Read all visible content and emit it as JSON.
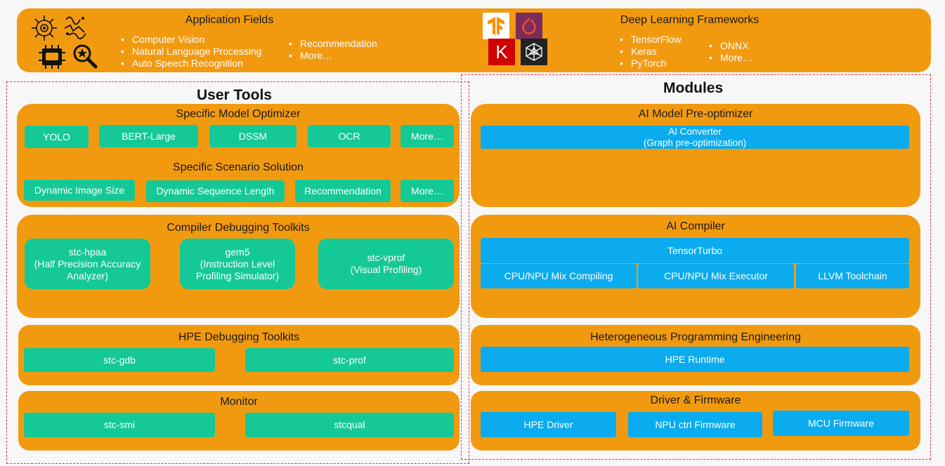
{
  "top": {
    "app_title": "Application Fields",
    "app_col1": [
      "Computer Vision",
      "Natural Language Processing",
      "Auto Speech Recognition"
    ],
    "app_col2": [
      "Recommendation",
      "More…"
    ],
    "dl_title": "Deep Learning Frameworks",
    "dl_col1": [
      "TensorFlow",
      "Keras",
      "PyTorch"
    ],
    "dl_col2": [
      "ONNX",
      "More…"
    ],
    "keras_letter": "K"
  },
  "user_tools": {
    "title": "User Tools",
    "model_opt": {
      "title": "Specific Model Optimizer",
      "items": [
        "YOLO",
        "BERT-Large",
        "DSSM",
        "OCR",
        "More…"
      ]
    },
    "scenario": {
      "title": "Specific Scenario Solution",
      "items": [
        "Dynamic Image Size",
        "Dynamic Sequence Length",
        "Recommendation",
        "More…"
      ]
    },
    "compiler_dbg": {
      "title": "Compiler Debugging Toolkits",
      "items": [
        "stc-hpaa\n(Half Precision Accuracy\nAnalyzer)",
        "gem5\n(Instruction Level\nProfiling Simulator)",
        "stc-vprof\n(Visual Profiling)"
      ]
    },
    "hpe_dbg": {
      "title": "HPE Debugging Toolkits",
      "items": [
        "stc-gdb",
        "stc-prof"
      ]
    },
    "monitor": {
      "title": "Monitor",
      "items": [
        "stc-smi",
        "stcqual"
      ]
    }
  },
  "modules": {
    "title": "Modules",
    "preopt": {
      "title": "AI Model Pre-optimizer",
      "converter": "AI Converter\n(Graph pre-optimization)"
    },
    "compiler": {
      "title": "AI Compiler",
      "turbo": "TensorTurbo",
      "items": [
        "CPU/NPU Mix Compiling",
        "CPU/NPU Mix Executor",
        "LLVM Toolchain"
      ]
    },
    "hpe": {
      "title": "Heterogeneous Programming Engineering",
      "runtime": "HPE Runtime"
    },
    "driver": {
      "title": "Driver & Firmware",
      "items": [
        "HPE Driver",
        "NPU ctrl Firmware",
        "MCU Firmware"
      ]
    }
  },
  "colors": {
    "orange": "#f29a0f",
    "green": "#14c995",
    "blue": "#0aabef",
    "dashed_border": "#e0354a",
    "tensorflow": "#ff8f00",
    "pytorch": "#7b2c5c",
    "keras": "#d00000",
    "onnx": "#222222"
  },
  "icons": [
    "neural-eye-icon",
    "circuit-scribble-icon",
    "speech-chip-icon",
    "magnifier-star-icon",
    "tensorflow-logo",
    "pytorch-logo",
    "keras-logo",
    "onnx-logo"
  ]
}
